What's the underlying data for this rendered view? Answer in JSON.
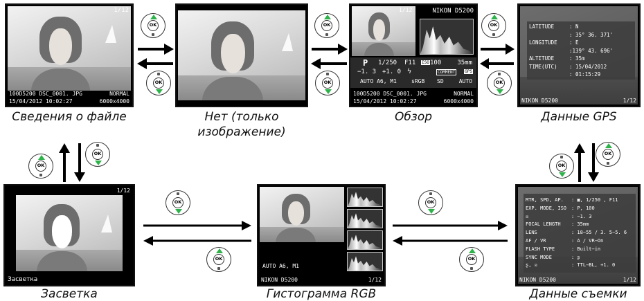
{
  "screens": {
    "file_info": {
      "frame": "1/12",
      "folder_file": "100D5200 DSC_0001. JPG",
      "quality": "NORMAL",
      "datetime": "15/04/2012 10:02:27",
      "size": "6000x4000",
      "caption": "Сведения о файле"
    },
    "image_only": {
      "caption_line1": "Нет (только",
      "caption_line2": "изображение)"
    },
    "overview": {
      "frame": "1/12",
      "camera": "NIKON D5200",
      "shutter": "1/250",
      "aperture": "F11",
      "iso_label": "ISO",
      "iso": "100",
      "mode": "P",
      "focal": "35mm",
      "exp_comp": "−1. 3",
      "flash_comp": "+1. 0",
      "comment": "COMMENT",
      "gps": "GPS",
      "wb": "AUTO A6, M1",
      "color_space": "sRGB",
      "picture_control": "SD",
      "adl": "AUTO",
      "folder_file": "100D5200   DSC_0001. JPG",
      "quality": "NORMAL",
      "datetime": "15/04/2012 10:02:27",
      "size": "6000x4000",
      "caption": "Обзор"
    },
    "gps": {
      "rows": [
        {
          "label": "LATITUDE",
          "value": ": N"
        },
        {
          "label": "",
          "value": ":  35° 36. 371'"
        },
        {
          "label": "LONGITUDE",
          "value": ": E"
        },
        {
          "label": "",
          "value": ":139° 43. 696'"
        },
        {
          "label": "ALTITUDE",
          "value": ": 35m"
        },
        {
          "label": "TIME(UTC)",
          "value": ": 15/04/2012"
        },
        {
          "label": "",
          "value": ": 01:15:29"
        }
      ],
      "camera": "NIKON D5200",
      "frame": "1/12",
      "caption": "Данные GPS"
    },
    "highlights": {
      "frame": "1/12",
      "label": "Засветка",
      "caption": "Засветка"
    },
    "rgb": {
      "wb": "AUTO A6, M1",
      "camera": "NIKON D5200",
      "frame": "1/12",
      "caption": "Гистограмма RGB"
    },
    "shooting": {
      "rows": [
        {
          "label": "MTR, SPD, AP.",
          "value": ": ▣, 1/250   , F11"
        },
        {
          "label": "EXP. MODE, ISO",
          "value": ": P, 100"
        },
        {
          "label": "☒",
          "value": ": −1. 3"
        },
        {
          "label": "FOCAL LENGTH",
          "value": ": 35mm"
        },
        {
          "label": "LENS",
          "value": ": 18−55      / 3. 5−5. 6"
        },
        {
          "label": "AF / VR",
          "value": ": A / VR−On"
        },
        {
          "label": "FLASH TYPE",
          "value": ": Built−in"
        },
        {
          "label": "SYNC MODE",
          "value": ": ʂ"
        },
        {
          "label": "ʂ, ☒",
          "value": ": TTL−BL, +1. 0"
        }
      ],
      "camera": "NIKON D5200",
      "frame": "1/12",
      "caption": "Данные съемки"
    }
  },
  "dial_label": "OK",
  "colors": {
    "accent_green": "#2db34a",
    "frame_black": "#000000"
  }
}
